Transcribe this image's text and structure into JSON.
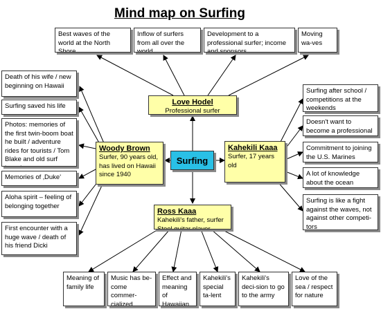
{
  "title": "Mind map on Surfing",
  "center": "Surfing",
  "hubs": {
    "love_hodel": {
      "name": "Love Hodel",
      "desc": "Professional surfer"
    },
    "woody_brown": {
      "name": "Woody Brown",
      "desc": "Surfer, 90 years old, has lived on Hawaii since 1940"
    },
    "kahekili_kaaa": {
      "name": "Kahekili Kaaa",
      "desc": "Surfer, 17 years old"
    },
    "ross_kaaa": {
      "name": "Ross Kaaa",
      "desc": "Kahekili's father, surfer Steel guitar player"
    }
  },
  "notes": {
    "top": [
      "Best waves of the world at the North Shore",
      "Inflow of surfers from all over the world",
      "Development to a professional surfer; income and sponsors",
      "Moving wa-ves"
    ],
    "left": [
      "Death of his wife / new beginning on Hawaii",
      "Surfing saved his life",
      "Photos: memories of the first twin-boom boat he built / adventure rides for tourists / Tom Blake and old surf boards",
      "Memories of ‚Duke'",
      "Aloha spirit – feeling of belonging together",
      "First encounter with a huge wave / death of his friend Dicki"
    ],
    "right": [
      "Surfing after school / competitions at the weekends",
      "Doesn't want to become a professional surfer",
      "Commitment to joining the U.S. Marines",
      "A lot of knowledge about the ocean necessary",
      "Surfing is like a fight against the waves, not against other competi-tors"
    ],
    "bottom": [
      "Meaning of family life",
      "Music has be-come commer-cialized",
      "Effect and meaning of Hawaiian music",
      "Kahekili's special ta-lent",
      "Kahekili's deci-sion to go to the army",
      "Love of the sea / respect for nature"
    ]
  },
  "colors": {
    "hub_fill": "#ffffa8",
    "center_fill": "#29c0e6",
    "shadow": "#8a8a8a"
  }
}
